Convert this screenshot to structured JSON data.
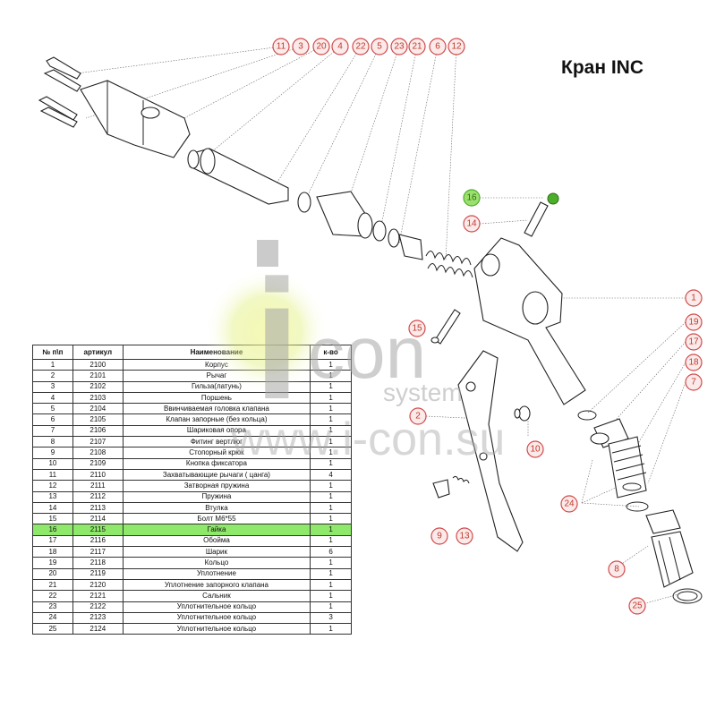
{
  "title": "Кран INC",
  "watermark": {
    "brand_i": "i",
    "brand_con": "con",
    "brand_system": "system",
    "url": "www.i-con.su"
  },
  "highlight_color": "#8ee86a",
  "callouts": [
    {
      "id": "11",
      "highlight": false
    },
    {
      "id": "3",
      "highlight": false
    },
    {
      "id": "20",
      "highlight": false
    },
    {
      "id": "4",
      "highlight": false
    },
    {
      "id": "22",
      "highlight": false
    },
    {
      "id": "5",
      "highlight": false
    },
    {
      "id": "23",
      "highlight": false
    },
    {
      "id": "21",
      "highlight": false
    },
    {
      "id": "6",
      "highlight": false
    },
    {
      "id": "12",
      "highlight": false
    },
    {
      "id": "16",
      "highlight": true
    },
    {
      "id": "14",
      "highlight": false
    },
    {
      "id": "1",
      "highlight": false
    },
    {
      "id": "19",
      "highlight": false
    },
    {
      "id": "15",
      "highlight": false
    },
    {
      "id": "17",
      "highlight": false
    },
    {
      "id": "18",
      "highlight": false
    },
    {
      "id": "7",
      "highlight": false
    },
    {
      "id": "2",
      "highlight": false
    },
    {
      "id": "10",
      "highlight": false
    },
    {
      "id": "24",
      "highlight": false
    },
    {
      "id": "9",
      "highlight": false
    },
    {
      "id": "13",
      "highlight": false
    },
    {
      "id": "8",
      "highlight": false
    },
    {
      "id": "25",
      "highlight": false
    }
  ],
  "table": {
    "headers": [
      "№ п\\п",
      "артикул",
      "Наименование",
      "к-во"
    ],
    "rows": [
      [
        "1",
        "2100",
        "Корпус",
        "1"
      ],
      [
        "2",
        "2101",
        "Рычаг",
        "1"
      ],
      [
        "3",
        "2102",
        "Гильза(латунь)",
        "1"
      ],
      [
        "4",
        "2103",
        "Поршень",
        "1"
      ],
      [
        "5",
        "2104",
        "Ввинчиваемая головка клапана",
        "1"
      ],
      [
        "6",
        "2105",
        "Клапан запорные (без кольца)",
        "1"
      ],
      [
        "7",
        "2106",
        "Шариковая опора",
        "1"
      ],
      [
        "8",
        "2107",
        "Фитинг вертлюг",
        "1"
      ],
      [
        "9",
        "2108",
        "Стопорный крюк",
        "1"
      ],
      [
        "10",
        "2109",
        "Кнопка фиксатора",
        "1"
      ],
      [
        "11",
        "2110",
        "Захватывающие рычаги ( цанга)",
        "4"
      ],
      [
        "12",
        "2111",
        "Затворная пружина",
        "1"
      ],
      [
        "13",
        "2112",
        "Пружина",
        "1"
      ],
      [
        "14",
        "2113",
        "Втулка",
        "1"
      ],
      [
        "15",
        "2114",
        "Болт M6*55",
        "1"
      ],
      [
        "16",
        "2115",
        "Гайка",
        "1"
      ],
      [
        "17",
        "2116",
        "Обойма",
        "1"
      ],
      [
        "18",
        "2117",
        "Шарик",
        "6"
      ],
      [
        "19",
        "2118",
        "Кольцо",
        "1"
      ],
      [
        "20",
        "2119",
        "Уплотнение",
        "1"
      ],
      [
        "21",
        "2120",
        "Уплотнение запорного клапана",
        "1"
      ],
      [
        "22",
        "2121",
        "Сальник",
        "1"
      ],
      [
        "23",
        "2122",
        "Уплотнительное кольцо",
        "1"
      ],
      [
        "24",
        "2123",
        "Уплотнительное кольцо",
        "3"
      ],
      [
        "25",
        "2124",
        "Уплотнительное кольцо",
        "1"
      ]
    ],
    "highlighted_row": "16"
  }
}
